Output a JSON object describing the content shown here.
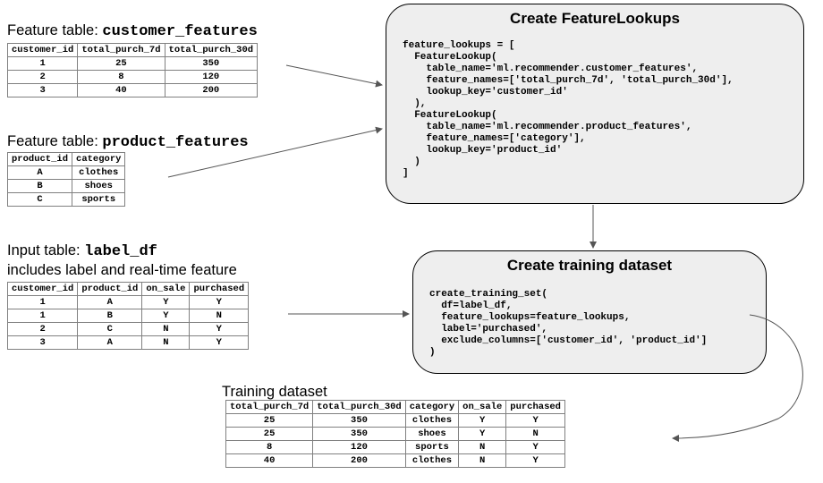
{
  "customer_table": {
    "caption_prefix": "Feature table:",
    "caption_code": "customer_features",
    "headers": [
      "customer_id",
      "total_purch_7d",
      "total_purch_30d"
    ],
    "rows": [
      [
        "1",
        "25",
        "350"
      ],
      [
        "2",
        "8",
        "120"
      ],
      [
        "3",
        "40",
        "200"
      ]
    ]
  },
  "product_table": {
    "caption_prefix": "Feature table:",
    "caption_code": "product_features",
    "headers": [
      "product_id",
      "category"
    ],
    "rows": [
      [
        "A",
        "clothes"
      ],
      [
        "B",
        "shoes"
      ],
      [
        "C",
        "sports"
      ]
    ]
  },
  "label_table": {
    "caption_prefix": "Input table:",
    "caption_code": "label_df",
    "caption_line2": "includes label and real-time feature",
    "headers": [
      "customer_id",
      "product_id",
      "on_sale",
      "purchased"
    ],
    "rows": [
      [
        "1",
        "A",
        "Y",
        "Y"
      ],
      [
        "1",
        "B",
        "Y",
        "N"
      ],
      [
        "2",
        "C",
        "N",
        "Y"
      ],
      [
        "3",
        "A",
        "N",
        "Y"
      ]
    ]
  },
  "lookups_box": {
    "title": "Create FeatureLookups",
    "code": [
      "feature_lookups = [",
      "  FeatureLookup(",
      "    table_name='ml.recommender.customer_features',",
      "    feature_names=['total_purch_7d', 'total_purch_30d'],",
      "    lookup_key='customer_id'",
      "  ),",
      "  FeatureLookup(",
      "    table_name='ml.recommender.product_features',",
      "    feature_names=['category'],",
      "    lookup_key='product_id'",
      "  )",
      "]"
    ]
  },
  "training_box": {
    "title": "Create training dataset",
    "code": [
      "create_training_set(",
      "  df=label_df,",
      "  feature_lookups=feature_lookups,",
      "  label='purchased',",
      "  exclude_columns=['customer_id', 'product_id']",
      ")"
    ]
  },
  "training_table": {
    "caption": "Training dataset",
    "headers": [
      "total_purch_7d",
      "total_purch_30d",
      "category",
      "on_sale",
      "purchased"
    ],
    "rows": [
      [
        "25",
        "350",
        "clothes",
        "Y",
        "Y"
      ],
      [
        "25",
        "350",
        "shoes",
        "Y",
        "N"
      ],
      [
        "8",
        "120",
        "sports",
        "N",
        "Y"
      ],
      [
        "40",
        "200",
        "clothes",
        "N",
        "Y"
      ]
    ]
  }
}
